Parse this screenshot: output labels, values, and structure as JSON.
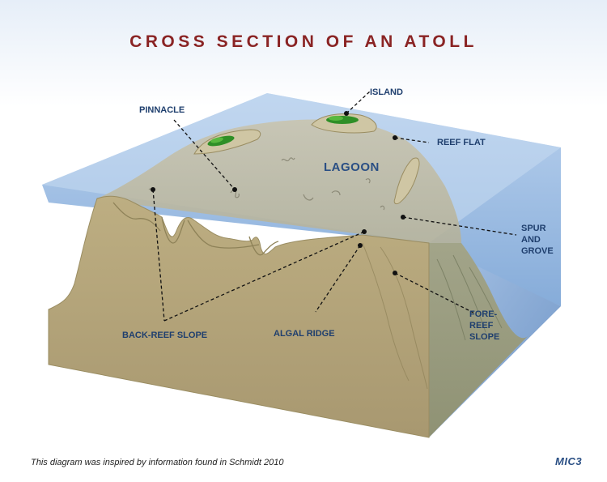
{
  "title": "CROSS SECTION OF AN ATOLL",
  "labels": {
    "island": "ISLAND",
    "pinnacle": "PINNACLE",
    "reef_flat": "REEF FLAT",
    "lagoon": "LAGOON",
    "spur_and_grove": "SPUR AND GROVE",
    "fore_reef_slope": "FORE-REEF SLOPE",
    "back_reef_slope": "BACK-REEF SLOPE",
    "algal_ridge": "ALGAL RIDGE"
  },
  "footer": "This diagram was inspired by information found in Schmidt 2010",
  "logo": "MIC3",
  "colors": {
    "title": "#8a2424",
    "label": "#1f3f6e",
    "water": "#7fa8d8",
    "reef": "#b5a77e",
    "island_vegetation": "#3a9a2a"
  }
}
